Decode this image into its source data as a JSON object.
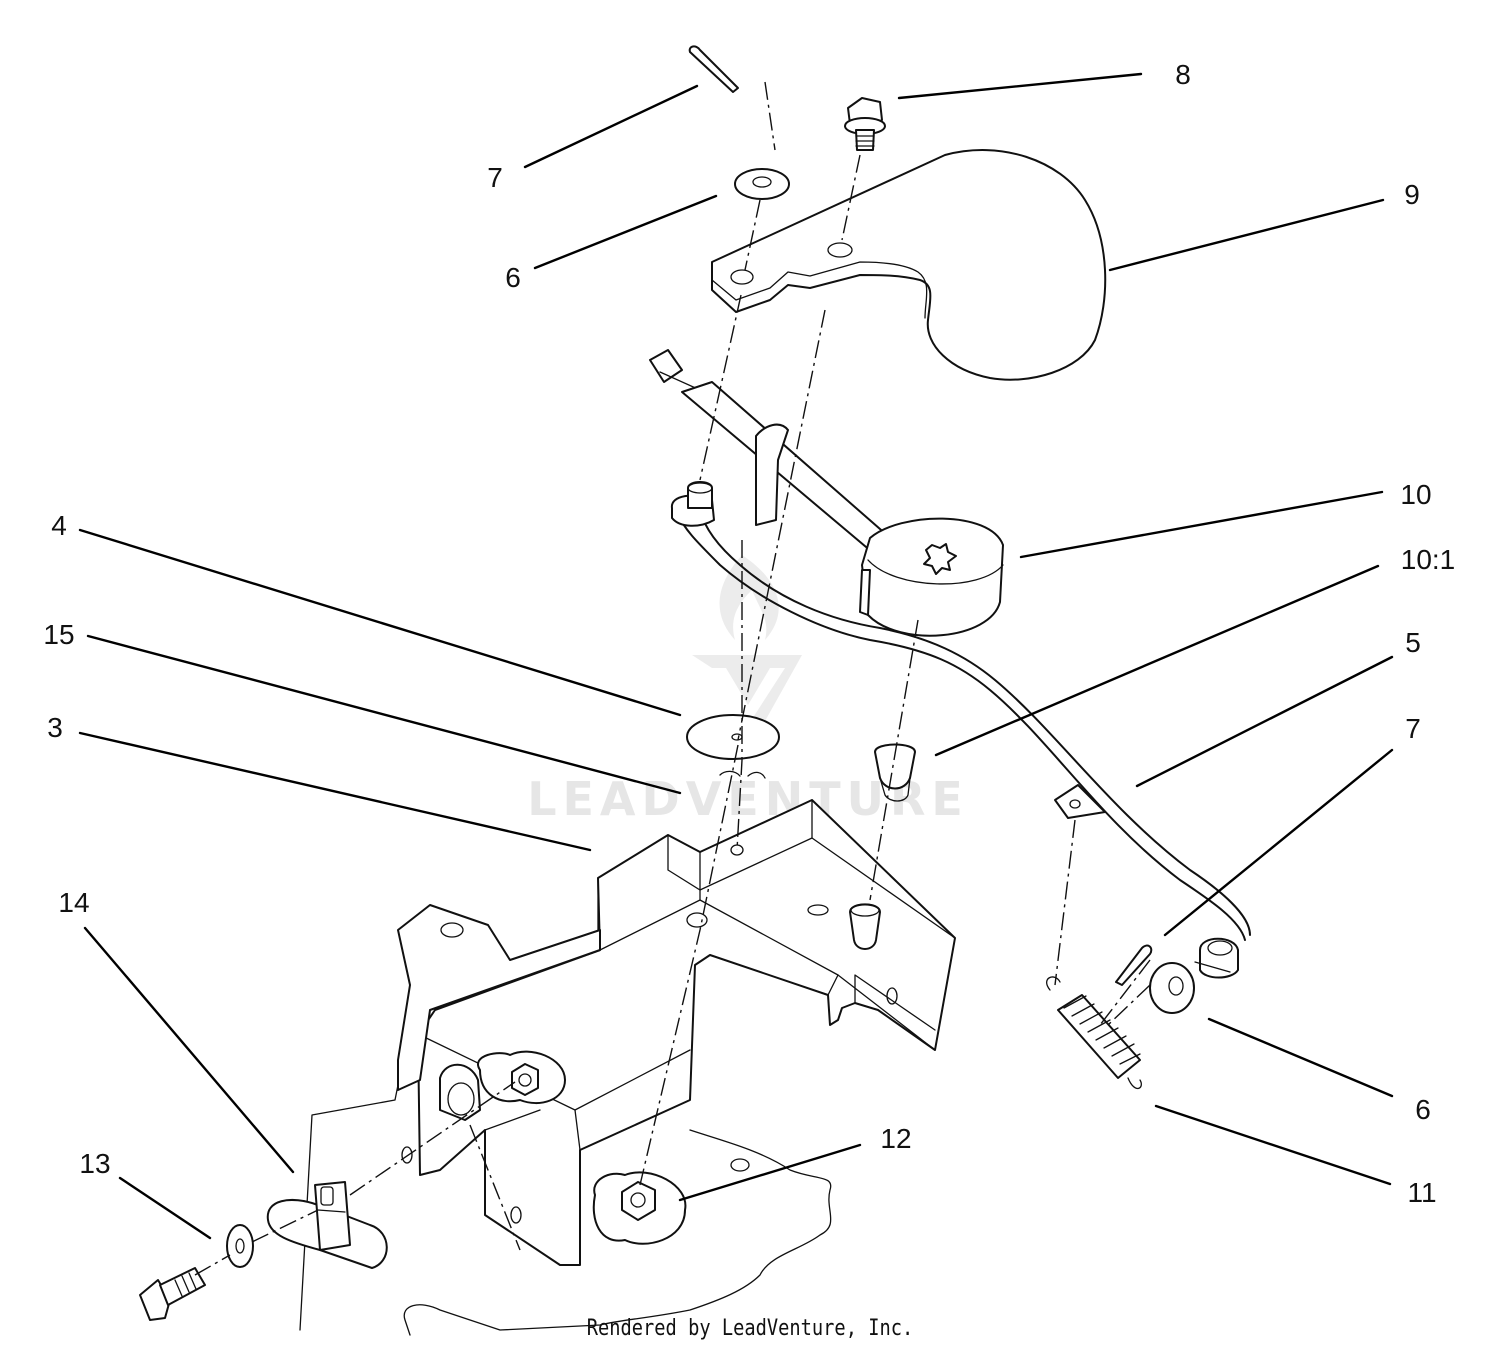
{
  "diagram": {
    "watermark_text": "LEADVENTURE",
    "credit": "Rendered by LeadVenture, Inc.",
    "callouts": [
      {
        "id": "7a",
        "label": "7"
      },
      {
        "id": "8",
        "label": "8"
      },
      {
        "id": "9",
        "label": "9"
      },
      {
        "id": "6a",
        "label": "6"
      },
      {
        "id": "10",
        "label": "10"
      },
      {
        "id": "10-1",
        "label": "10:1"
      },
      {
        "id": "4",
        "label": "4"
      },
      {
        "id": "15",
        "label": "15"
      },
      {
        "id": "5",
        "label": "5"
      },
      {
        "id": "3",
        "label": "3"
      },
      {
        "id": "7b",
        "label": "7"
      },
      {
        "id": "14",
        "label": "14"
      },
      {
        "id": "6b",
        "label": "6"
      },
      {
        "id": "12",
        "label": "12"
      },
      {
        "id": "11",
        "label": "11"
      },
      {
        "id": "13",
        "label": "13"
      }
    ]
  }
}
